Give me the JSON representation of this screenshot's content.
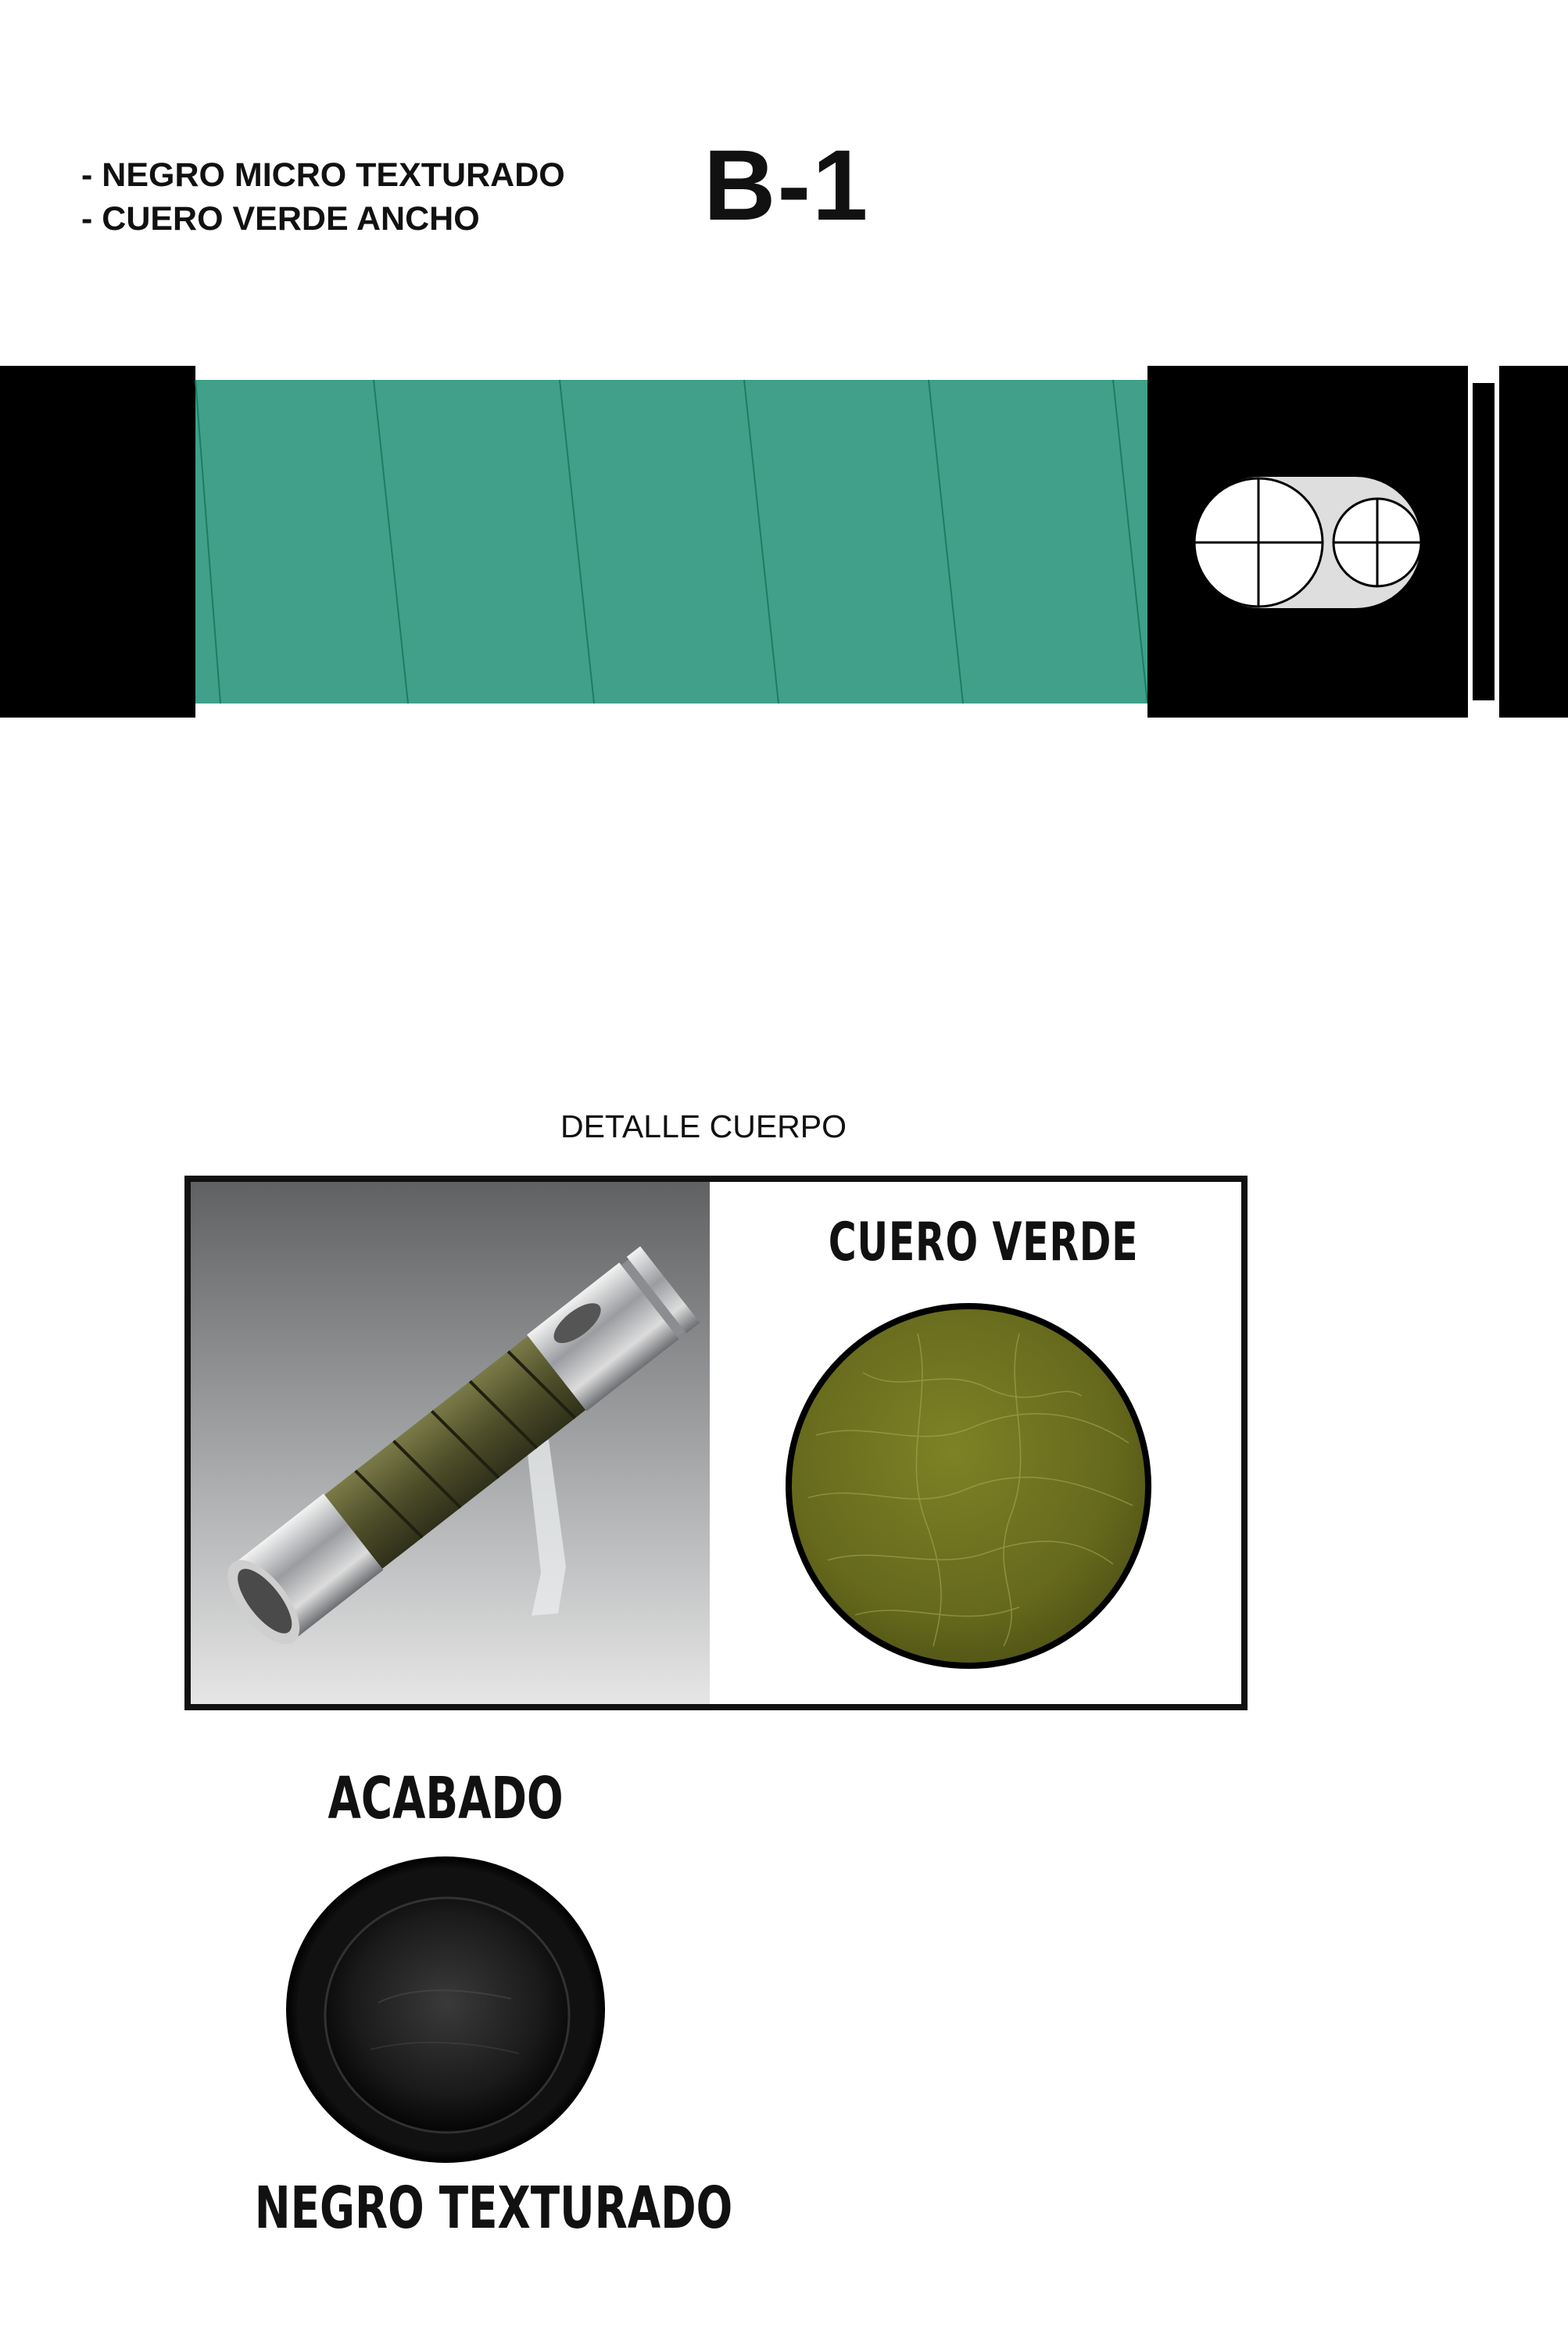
{
  "spec_list": [
    "- NEGRO MICRO TEXTURADO",
    "- CUERO VERDE ANCHO"
  ],
  "model_code": "B-1",
  "detail_title": "DETALLE CUERPO",
  "leather_title": "CUERO VERDE",
  "finish_title": "ACABADO",
  "finish_name": "NEGRO TEXTURADO",
  "colors": {
    "hilt_black": "#000000",
    "leather_wrap": "#40a08a",
    "leather_swatch": "#6b6e1e",
    "frame": "#111111"
  },
  "icons": {
    "activation_switch": "switch-crosshair-icon"
  }
}
